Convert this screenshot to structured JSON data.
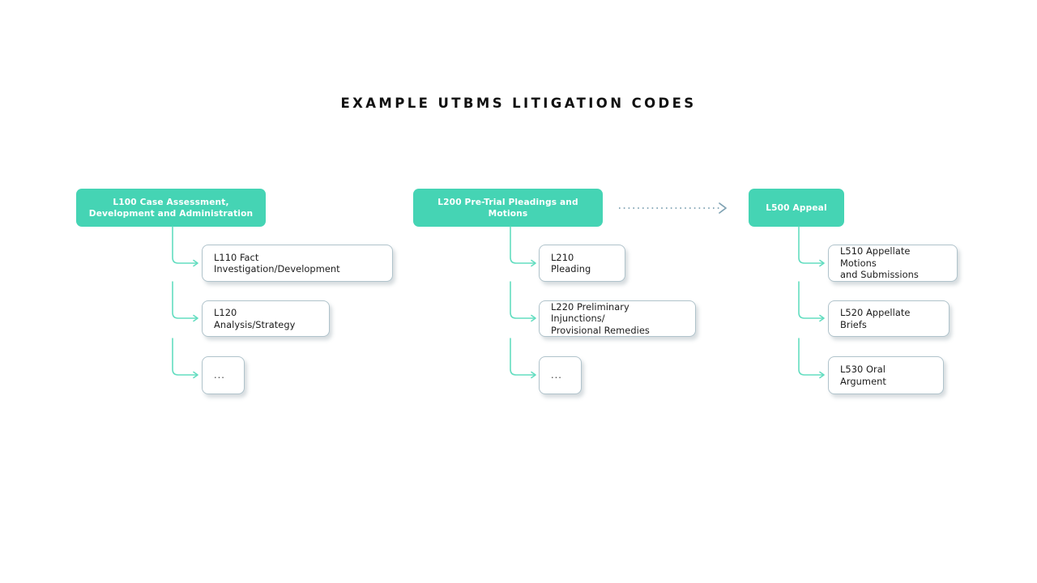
{
  "title": "EXAMPLE UTBMS LITIGATION CODES",
  "theme": {
    "header_fill": "#45d4b4",
    "header_text": "#ffffff",
    "box_fill": "#ffffff",
    "box_border": "#b0c3cb",
    "box_text": "#1c1c1c",
    "connector": "#63ddc0",
    "dotted_link": "#7fa2b3",
    "background": "#ffffff",
    "title_text": "#111111"
  },
  "columns": [
    {
      "id": "L100",
      "header": "L100 Case Assessment, Development and Administration",
      "children": [
        {
          "label": "L110 Fact Investigation/Development"
        },
        {
          "label": "L120 Analysis/Strategy"
        },
        {
          "label": "..."
        }
      ]
    },
    {
      "id": "L200",
      "header": "L200 Pre-Trial Pleadings and Motions",
      "children": [
        {
          "label": "L210 Pleading"
        },
        {
          "label": "L220 Preliminary Injunctions/\nProvisional Remedies"
        },
        {
          "label": "..."
        }
      ]
    },
    {
      "id": "L500",
      "header": "L500 Appeal",
      "children": [
        {
          "label": "L510 Appellate Motions\nand Submissions"
        },
        {
          "label": "L520 Appellate Briefs"
        },
        {
          "label": "L530 Oral Argument"
        }
      ]
    }
  ],
  "links": [
    {
      "from": "L200",
      "to": "L500",
      "style": "dotted",
      "arrow": "chevron-right"
    }
  ]
}
